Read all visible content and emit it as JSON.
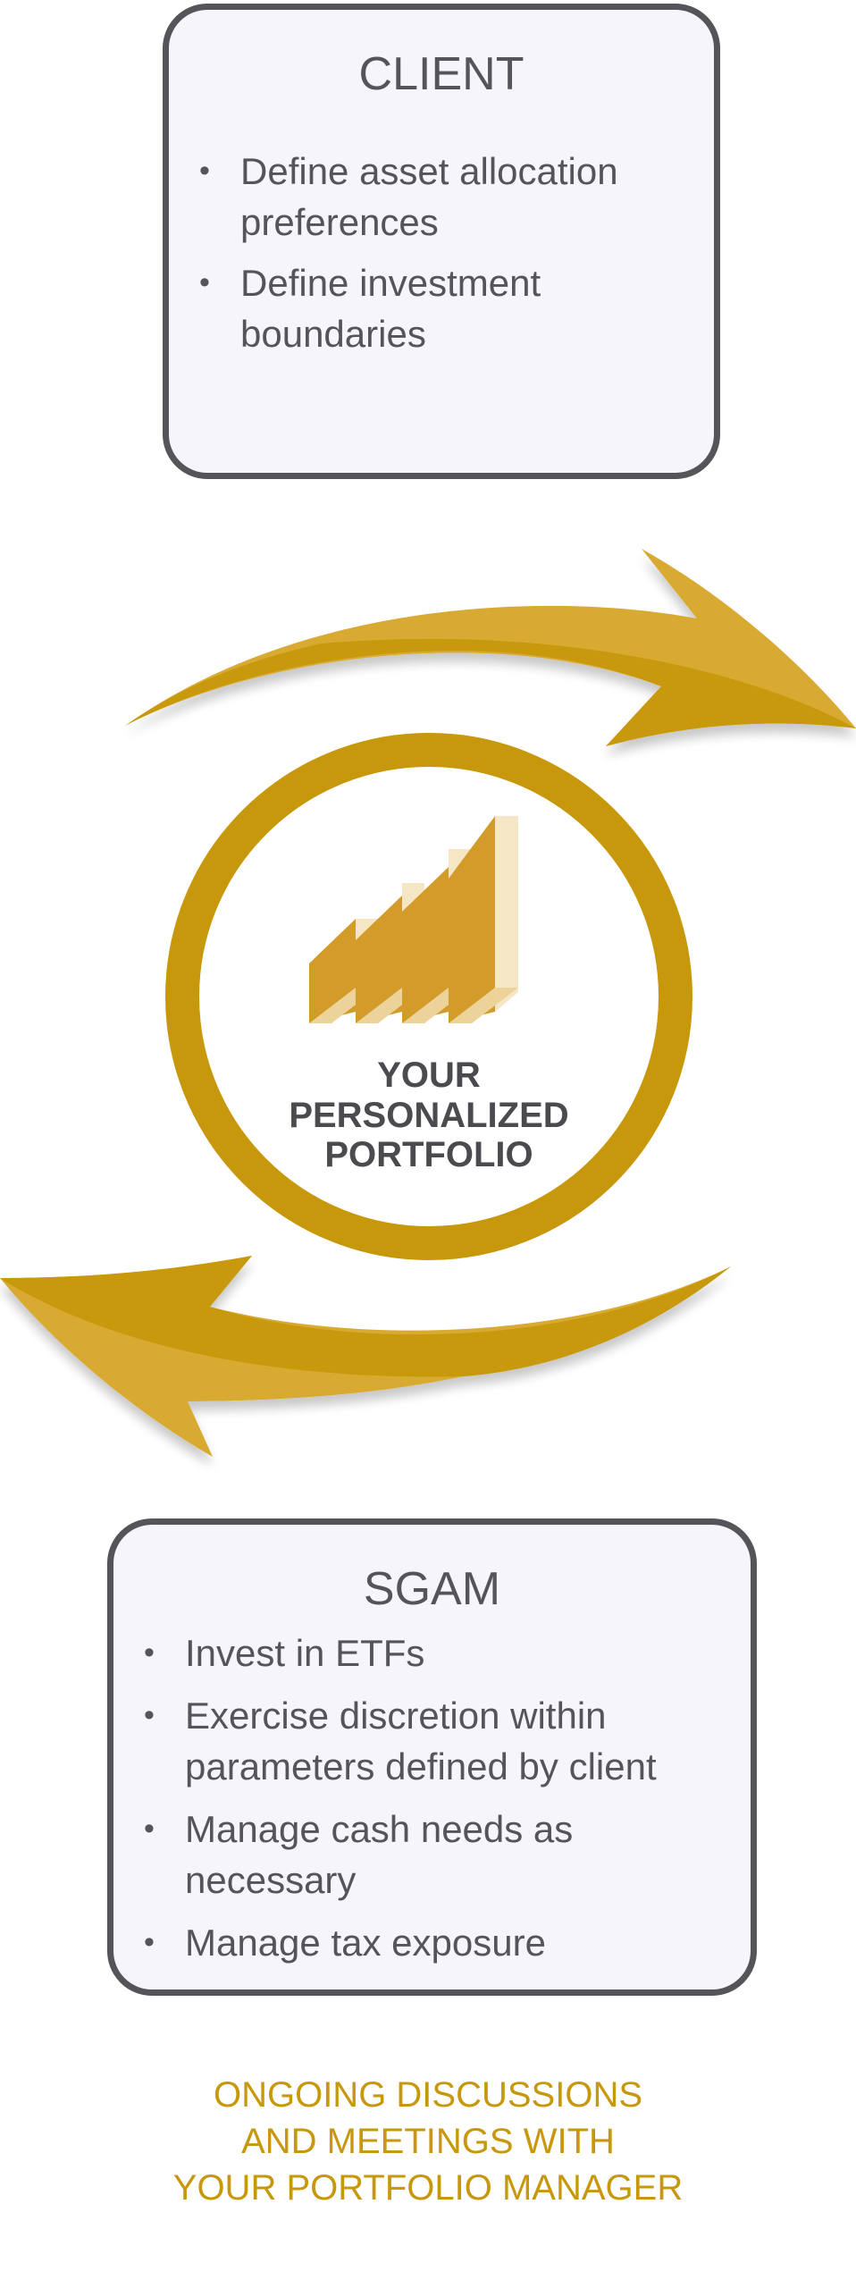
{
  "client": {
    "title": "CLIENT",
    "bullets": [
      "Define asset allocation preferences",
      "Define investment boundaries"
    ]
  },
  "center": {
    "lines": [
      "YOUR",
      "PERSONALIZED",
      "PORTFOLIO"
    ]
  },
  "sgam": {
    "title": "SGAM",
    "bullets": [
      "Invest in ETFs",
      "Exercise discretion within parameters defined by client",
      "Manage cash needs as necessary",
      "Manage tax exposure"
    ]
  },
  "footer": {
    "lines": [
      "ONGOING DISCUSSIONS",
      "AND MEETINGS WITH",
      "YOUR PORTFOLIO MANAGER"
    ]
  },
  "colors": {
    "gold": "#c8980c",
    "gold_light": "#d8aa33",
    "box_border": "#545459",
    "box_fill": "#f5f5fa",
    "text_dark": "#4a4a4f"
  }
}
